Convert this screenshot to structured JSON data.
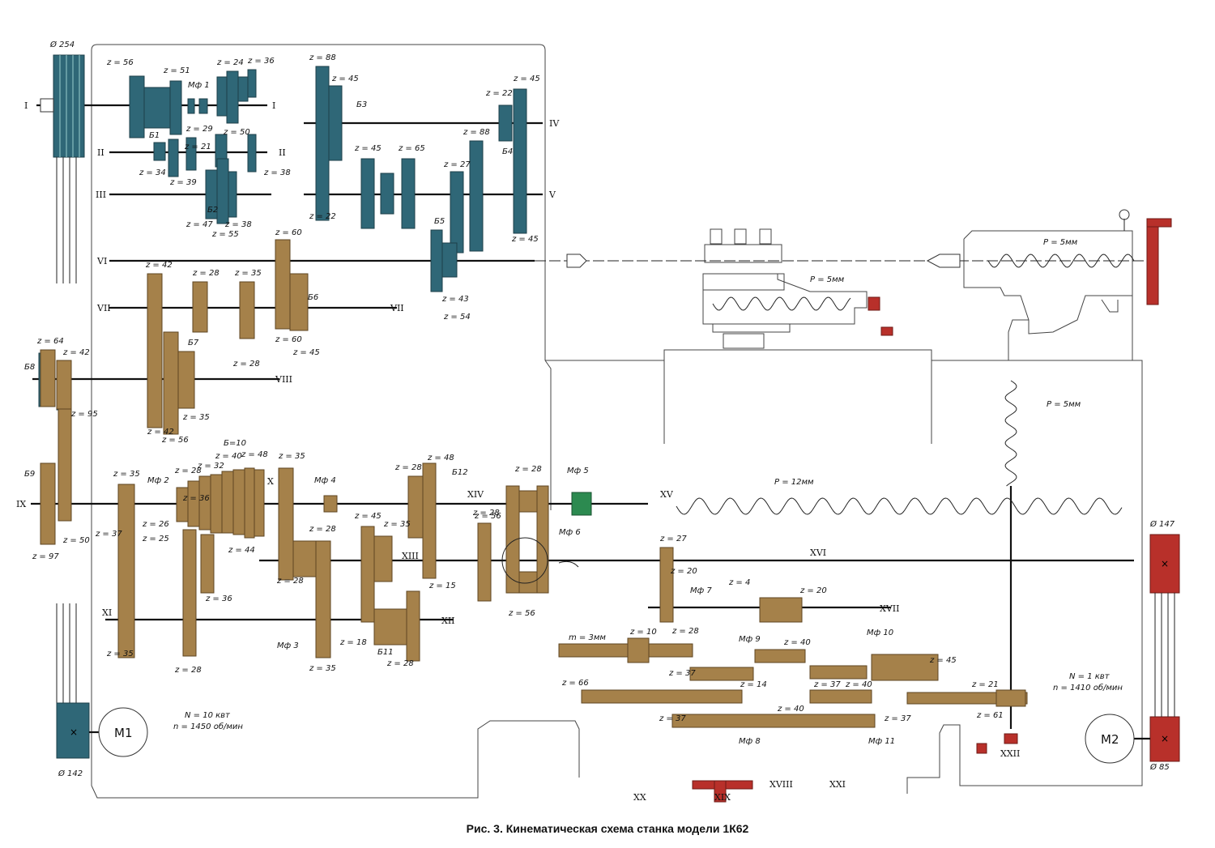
{
  "caption": "Рис. 3. Кинематическая схема станка модели 1К62",
  "motors": [
    {
      "name": "M1",
      "power": "N = 10 квт",
      "speed": "n = 1450 об/мин"
    },
    {
      "name": "M2",
      "power": "N = 1 квт",
      "speed": "n = 1410 об/мин"
    }
  ],
  "pulleys": [
    "Ø 254",
    "Ø 142",
    "Ø 147",
    "Ø 85"
  ],
  "shafts": [
    "I",
    "II",
    "III",
    "IV",
    "V",
    "VI",
    "VII",
    "VIII",
    "IX",
    "X",
    "XI",
    "XII",
    "XIII",
    "XIV",
    "XV",
    "XVI",
    "XVII",
    "XVIII",
    "XIX",
    "XX",
    "XXI",
    "XXII"
  ],
  "couplings": [
    "Мф 1",
    "Мф 2",
    "Мф 3",
    "Мф 4",
    "Мф 5",
    "Мф 6",
    "Мф 7",
    "Мф 8",
    "Мф 9",
    "Мф 10",
    "Мф 11"
  ],
  "blocks": [
    "Б1",
    "Б2",
    "Б3",
    "Б4",
    "Б5",
    "Б6",
    "Б7",
    "Б8",
    "Б9",
    "Б11",
    "Б12",
    "Б=10"
  ],
  "pitches": [
    "P = 5мм",
    "P = 5мм",
    "P = 5мм",
    "P = 12мм",
    "m = 3мм"
  ],
  "gear_labels": {
    "headstock": [
      "z = 56",
      "z = 51",
      "z = 24",
      "z = 36",
      "z = 88",
      "z = 45",
      "z = 22",
      "z = 45",
      "z = 29",
      "z = 50",
      "z = 21",
      "z = 34",
      "z = 39",
      "z = 38",
      "z = 47",
      "z = 55",
      "z = 38",
      "z = 22",
      "z = 45",
      "z = 65",
      "z = 27",
      "z = 88",
      "z = 45",
      "z = 43",
      "z = 54"
    ],
    "reverse": [
      "z = 60",
      "z = 42",
      "z = 28",
      "z = 35",
      "z = 60",
      "z = 45",
      "z = 28",
      "z = 42",
      "z = 56",
      "z = 35",
      "z = 64",
      "z = 42",
      "z = 95",
      "z = 97",
      "z = 50"
    ],
    "feedbox": [
      "z = 35",
      "z = 28",
      "z = 32",
      "z = 40",
      "z = 48",
      "z = 35",
      "z = 26",
      "z = 25",
      "z = 36",
      "z = 44",
      "z = 37",
      "z = 35",
      "z = 28",
      "z = 36",
      "z = 28",
      "z = 28",
      "z = 45",
      "z = 35",
      "z = 18",
      "z = 28",
      "z = 28",
      "z = 35",
      "z = 28",
      "z = 48",
      "z = 15",
      "z = 28",
      "z = 56",
      "z = 56"
    ],
    "apron": [
      "z = 27",
      "z = 20",
      "z = 28",
      "z = 4",
      "z = 20",
      "z = 10",
      "z = 40",
      "z = 37",
      "z = 66",
      "z = 14",
      "z = 37",
      "z = 40",
      "z = 45",
      "z = 37",
      "z = 40",
      "z = 37",
      "z = 21",
      "z = 61"
    ]
  }
}
